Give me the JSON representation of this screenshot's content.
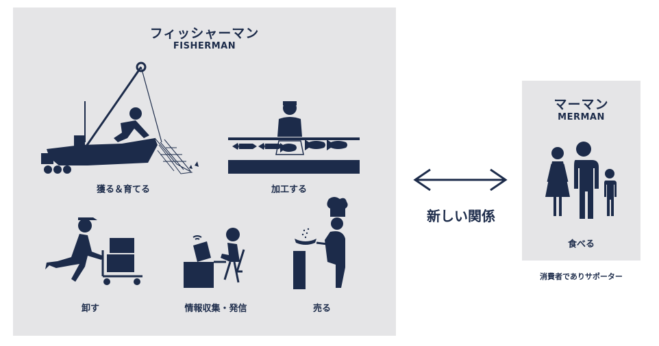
{
  "colors": {
    "ink": "#1c2b4a",
    "panel": "#e5e5e7",
    "background": "#ffffff"
  },
  "fisherman": {
    "title_jp": "フィッシャーマン",
    "title_en": "FISHERMAN",
    "activities": [
      {
        "label": "獲る＆育てる",
        "icon": "fishing-boat-icon"
      },
      {
        "label": "加工する",
        "icon": "fish-processing-icon"
      },
      {
        "label": "卸す",
        "icon": "delivery-cart-icon"
      },
      {
        "label": "情報収集・発信",
        "icon": "laptop-worker-icon"
      },
      {
        "label": "売る",
        "icon": "chef-icon"
      }
    ]
  },
  "relation": {
    "label": "新しい関係",
    "icon": "double-arrow-icon"
  },
  "merman": {
    "title_jp": "マーマン",
    "title_en": "MERMAN",
    "activity": {
      "label": "食べる",
      "icon": "family-icon"
    },
    "caption": "消費者でありサポーター"
  }
}
